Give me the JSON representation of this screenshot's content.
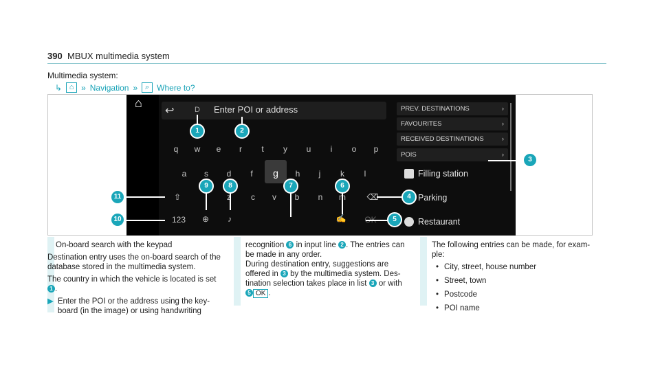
{
  "header": {
    "page_number": "390",
    "title": "MBUX multimedia system"
  },
  "breadcrumb": {
    "system_label": "Multimedia system:",
    "navigation": "Navigation",
    "where_to": "Where to?"
  },
  "screen": {
    "input_letter": "D",
    "input_placeholder": "Enter POI or address",
    "keys_row1": [
      "q",
      "w",
      "e",
      "r",
      "t",
      "y",
      "u",
      "i",
      "o",
      "p"
    ],
    "keys_row2": [
      "a",
      "s",
      "d",
      "f",
      "g",
      "h",
      "j",
      "k",
      "l"
    ],
    "keys_row3": [
      "z",
      "c",
      "v",
      "b",
      "n",
      "m"
    ],
    "numbers_key": "123",
    "ok_key": "OK",
    "list": [
      "PREV. DESTINATIONS",
      "FAVOURITES",
      "RECEIVED DESTINATIONS",
      "POIS"
    ],
    "poi": [
      "Filling station",
      "Parking",
      "Restaurant"
    ]
  },
  "callouts": [
    "1",
    "2",
    "3",
    "4",
    "5",
    "6",
    "7",
    "8",
    "9",
    "10",
    "11"
  ],
  "columns": {
    "c1_p1": "On-board search with the keypad",
    "c1_p2": "Destination entry uses the on-board search of the database stored in the multimedia system.",
    "c1_p3a": "The country in which the vehicle is located is set",
    "c1_p3_num": "1",
    "c1_p4": "Enter the POI or the address using the key- board (in the image) or using handwriting",
    "c2_a": "recognition",
    "c2_n6": "6",
    "c2_b": "in input line",
    "c2_n2": "2",
    "c2_c": ". The entries can be made in any order.",
    "c2_d": "During destination entry, suggestions are offered in",
    "c2_n3": "3",
    "c2_e": "by the multimedia system. Des- tination selection takes place in list",
    "c2_n3b": "3",
    "c2_f": "or with",
    "c2_n5": "5",
    "c2_ok": "OK",
    "c3_intro": "The following entries can be made, for exam- ple:",
    "c3_items": [
      "City, street, house number",
      "Street, town",
      "Postcode",
      "POI name"
    ]
  },
  "colors": {
    "accent": "#1aa6b9",
    "screen_bg": "#0d0d0d"
  }
}
